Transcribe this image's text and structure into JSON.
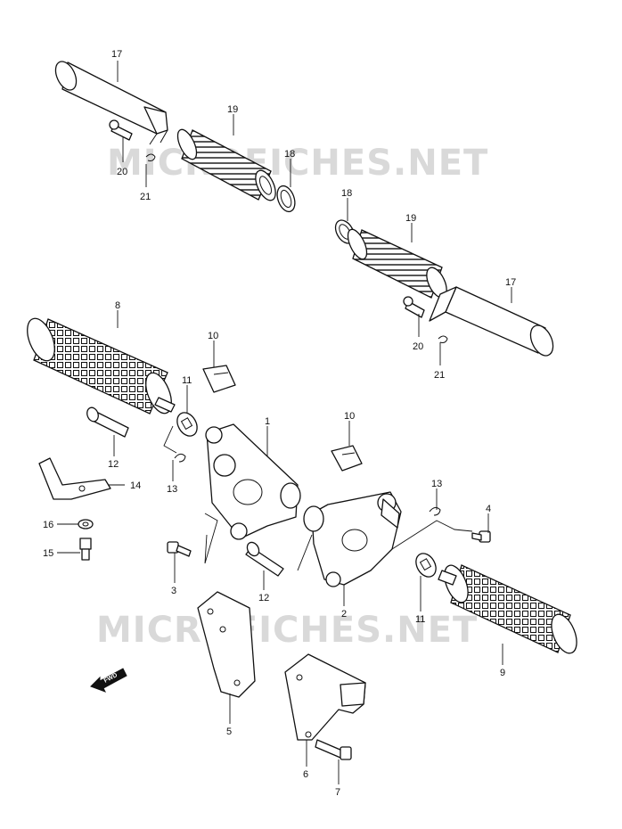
{
  "watermarks": [
    "MICROFICHES.NET",
    "MICROFICHES.NET"
  ],
  "direction_badge": "FWD",
  "callouts": [
    {
      "id": "17a",
      "label": "17"
    },
    {
      "id": "19a",
      "label": "19"
    },
    {
      "id": "18a",
      "label": "18"
    },
    {
      "id": "20a",
      "label": "20"
    },
    {
      "id": "21a",
      "label": "21"
    },
    {
      "id": "18b",
      "label": "18"
    },
    {
      "id": "19b",
      "label": "19"
    },
    {
      "id": "17b",
      "label": "17"
    },
    {
      "id": "20b",
      "label": "20"
    },
    {
      "id": "21b",
      "label": "21"
    },
    {
      "id": "8",
      "label": "8"
    },
    {
      "id": "10a",
      "label": "10"
    },
    {
      "id": "11a",
      "label": "11"
    },
    {
      "id": "12a",
      "label": "12"
    },
    {
      "id": "1",
      "label": "1"
    },
    {
      "id": "10b",
      "label": "10"
    },
    {
      "id": "14",
      "label": "14"
    },
    {
      "id": "13a",
      "label": "13"
    },
    {
      "id": "13b",
      "label": "13"
    },
    {
      "id": "4",
      "label": "4"
    },
    {
      "id": "16",
      "label": "16"
    },
    {
      "id": "15",
      "label": "15"
    },
    {
      "id": "3",
      "label": "3"
    },
    {
      "id": "12b",
      "label": "12"
    },
    {
      "id": "2",
      "label": "2"
    },
    {
      "id": "11b",
      "label": "11"
    },
    {
      "id": "9",
      "label": "9"
    },
    {
      "id": "5",
      "label": "5"
    },
    {
      "id": "6",
      "label": "6"
    },
    {
      "id": "7",
      "label": "7"
    }
  ]
}
